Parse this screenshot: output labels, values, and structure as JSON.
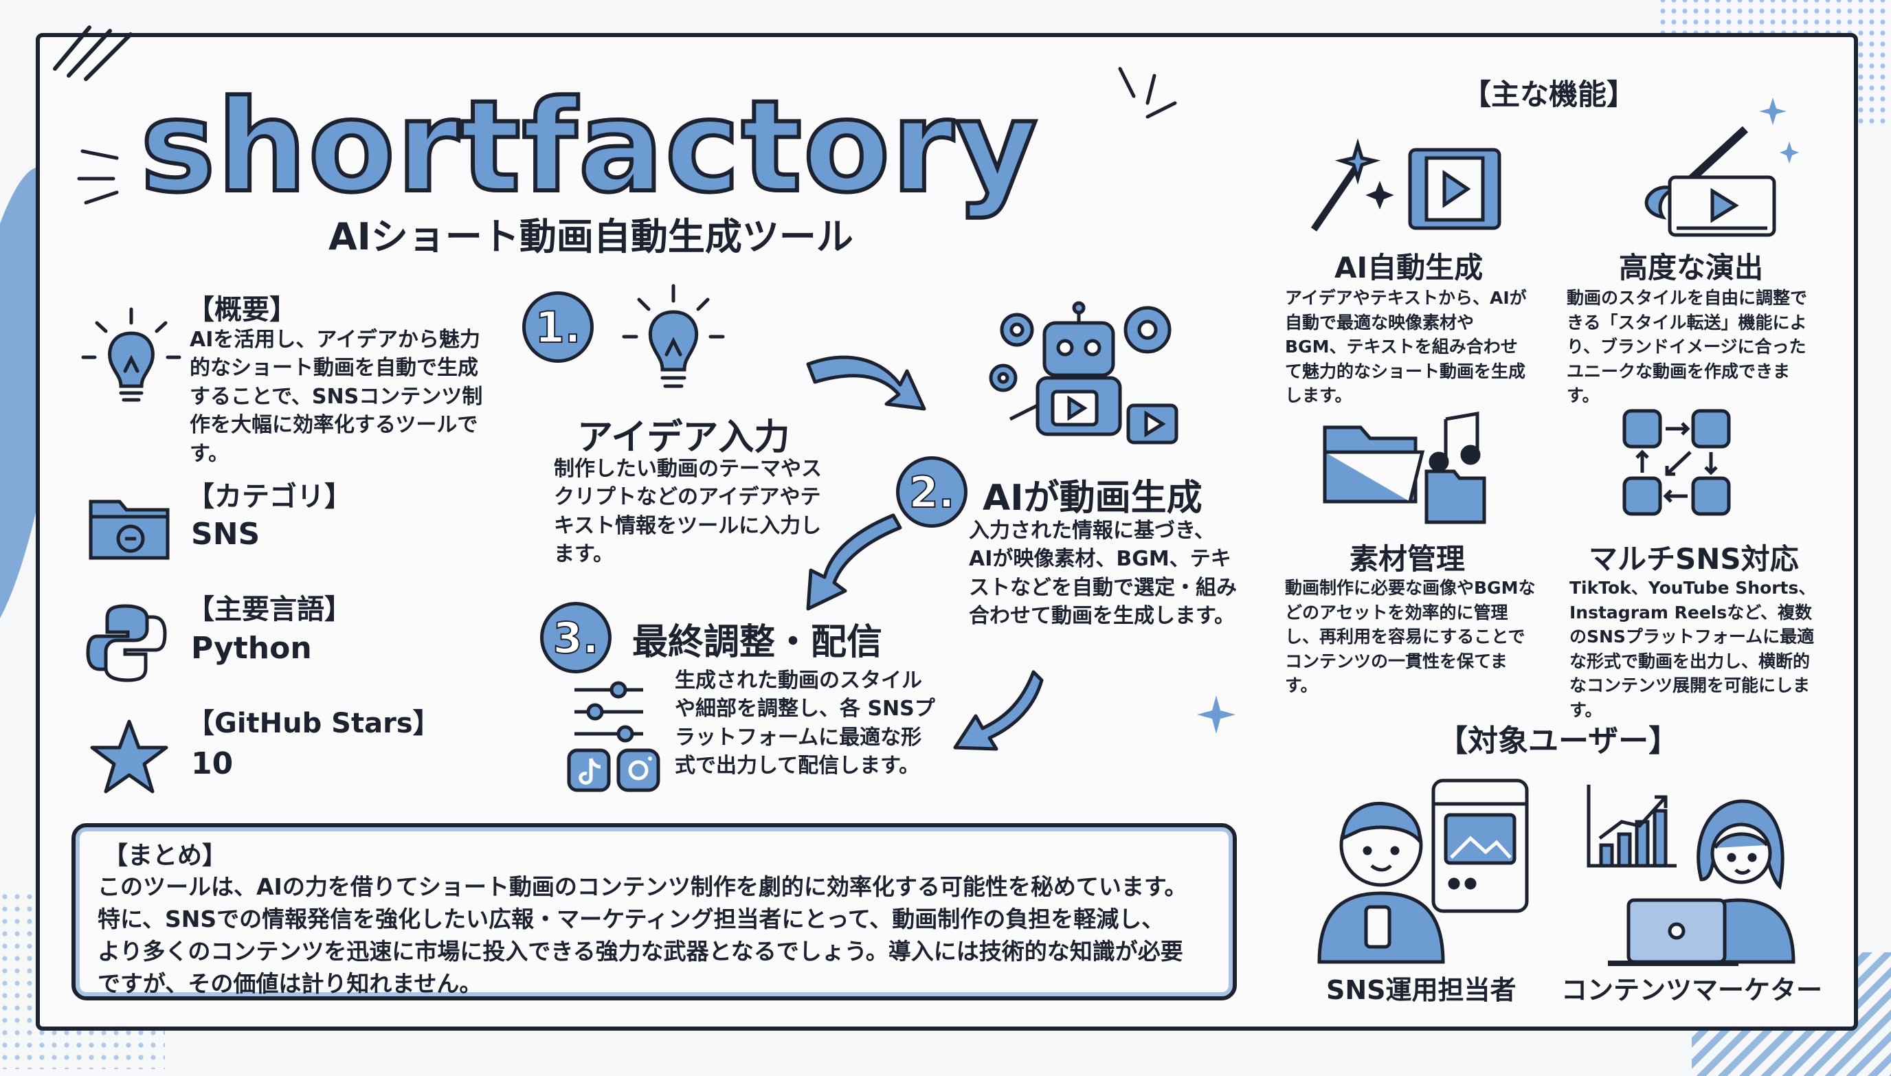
{
  "title": "shortfactory",
  "subtitle": "AIショート動画自動生成ツール",
  "overview": {
    "header": "【概要】",
    "text": "AIを活用し、アイデアから魅力的なショート動画を自動で生成することで、SNSコンテンツ制作を大幅に効率化するツールです。"
  },
  "category": {
    "header": "【カテゴリ】",
    "value": "SNS"
  },
  "language": {
    "header": "【主要言語】",
    "value": "Python"
  },
  "stars": {
    "header": "【GitHub Stars】",
    "value": "10"
  },
  "steps": [
    {
      "num": "1.",
      "title": "アイデア入力",
      "text": "制作したい動画のテーマやスクリプトなどのアイデアやテキスト情報をツールに入力します。"
    },
    {
      "num": "2.",
      "title": "AIが動画生成",
      "text": "入力された情報に基づき、AIが映像素材、BGM、テキストなどを自動で選定・組み合わせて動画を生成します。"
    },
    {
      "num": "3.",
      "title": "最終調整・配信",
      "text": "生成された動画のスタイルや細部を調整し、各 SNSプラットフォームに最適な形式で出力して配信します。"
    }
  ],
  "features": {
    "header": "【主な機能】",
    "items": [
      {
        "title": "AI自動生成",
        "text": "アイデアやテキストから、AIが自動で最適な映像素材やBGM、テキストを組み合わせて魅力的なショート動画を生成します。"
      },
      {
        "title": "高度な演出",
        "text": "動画のスタイルを自由に調整できる「スタイル転送」機能により、ブランドイメージに合ったユニークな動画を作成できます。"
      },
      {
        "title": "素材管理",
        "text": "動画制作に必要な画像やBGMなどのアセットを効率的に管理し、再利用を容易にすることでコンテンツの一貫性を保てます。"
      },
      {
        "title": "マルチSNS対応",
        "text": "TikTok、YouTube Shorts、Instagram Reelsなど、複数のSNSプラットフォームに最適な形式で動画を出力し、横断的なコンテンツ展開を可能にします。"
      }
    ]
  },
  "users": {
    "header": "【対象ユーザー】",
    "items": [
      {
        "label": "SNS運用担当者"
      },
      {
        "label": "コンテンツマーケター"
      }
    ]
  },
  "summary": {
    "header": "【まとめ】",
    "lines": [
      "このツールは、AIの力を借りてショート動画のコンテンツ制作を劇的に効率化する可能性を秘めています。",
      "特に、SNSでの情報発信を強化したい広報・マーケティング担当者にとって、動画制作の負担を軽減し、",
      "より多くのコンテンツを迅速に市場に投入できる強力な武器となるでしょう。導入には技術的な知識が必要",
      "ですが、その価値は計り知れません。"
    ]
  },
  "colors": {
    "accent": "#6d9cd3",
    "ink": "#1c2230",
    "background": "#fbfbfc"
  }
}
